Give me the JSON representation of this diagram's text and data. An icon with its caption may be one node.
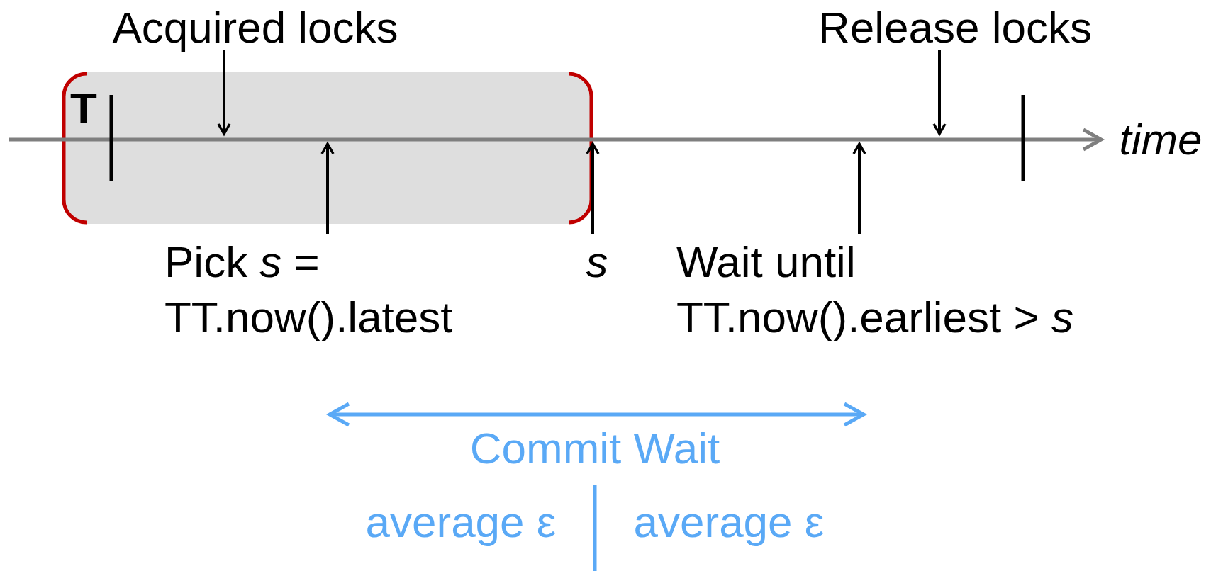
{
  "diagram": {
    "nodes": [
      {
        "text": [
          "Acquired locks"
        ]
      },
      {
        "text": [
          "Release locks"
        ]
      },
      {
        "text": [
          "Pick *s* = TT.now().latest"
        ]
      },
      {
        "text": [
          "*s*"
        ]
      },
      {
        "text": [
          "Wait until TT.now().earliest > *s*"
        ]
      },
      {
        "text": [],
        "shape": "box"
      }
    ],
    "edges": [
      {
        "from": 0,
        "to": 5,
        "arrow": "to"
      },
      {
        "from": 1,
        "to": null,
        "arrow": "to"
      },
      {
        "from": 2,
        "to": 5,
        "arrow": "to"
      },
      {
        "from": 3,
        "to": 5,
        "arrow": "to"
      },
      {
        "from": 4,
        "to": null,
        "arrow": "to"
      }
    ],
    "labels": [
      "T",
      "time",
      "Commit Wait",
      "average ε",
      "average ε"
    ]
  }
}
